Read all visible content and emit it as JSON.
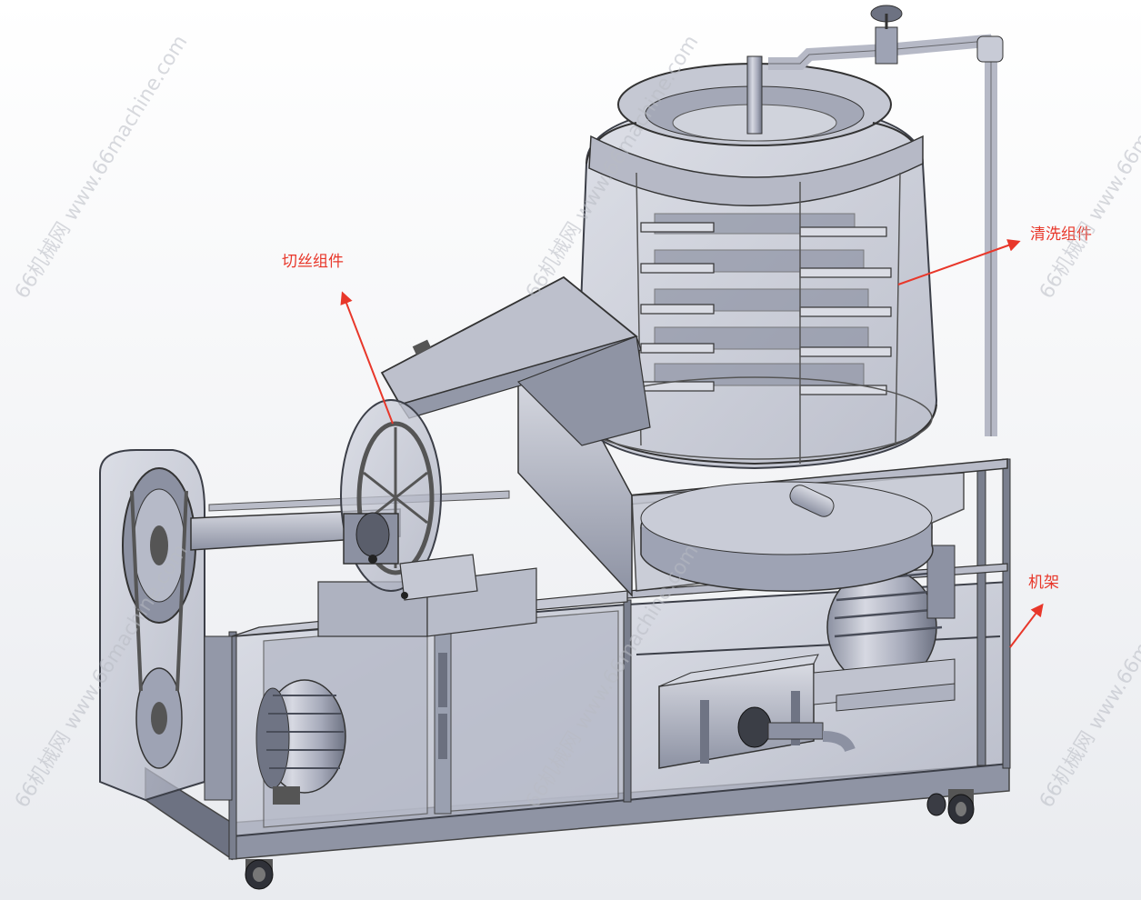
{
  "annotations": {
    "cutting": "切丝组件",
    "washing": "清洗组件",
    "frame": "机架"
  },
  "watermarks": [
    "66机械网 www.66machine.com"
  ],
  "colors": {
    "annotation": "#e8372a",
    "metal_light": "#cfd2dc",
    "metal_mid": "#9ea3b4",
    "metal_dark": "#5e6372",
    "glass": "#c9ccd8",
    "background_top": "#ffffff",
    "background_bottom": "#eef0f3"
  }
}
